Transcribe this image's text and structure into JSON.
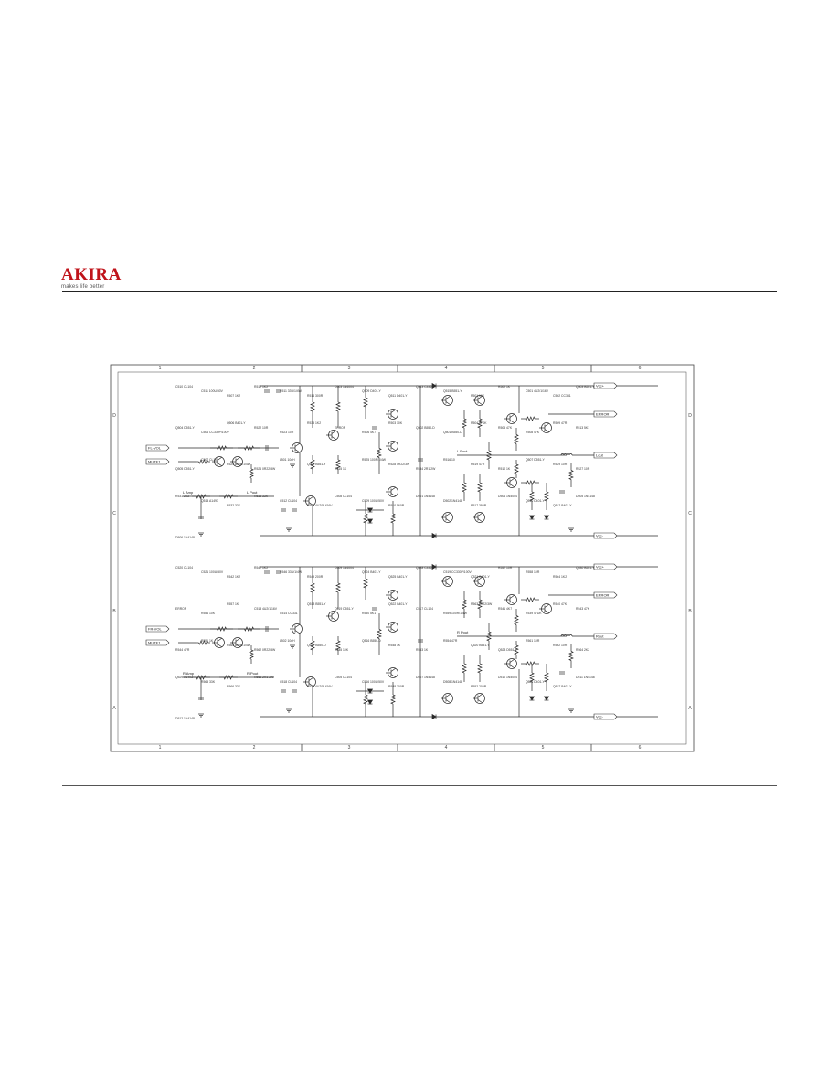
{
  "header": {
    "brand": "AKIRA",
    "tagline": "makes life better"
  },
  "schematic": {
    "frame_columns": [
      "1",
      "2",
      "3",
      "4",
      "5",
      "6"
    ],
    "frame_rows": [
      "D",
      "C",
      "B",
      "A"
    ],
    "ports": {
      "fl_vol": "FL-VOL",
      "fr_vol": "FR-VOL",
      "mute_1": "MUTE1",
      "mute_2": "MUTE1",
      "vcc_top": "Vcc+",
      "vcc_mid": "Vcc-",
      "vcc_mid2": "Vcc+",
      "vcc_bot": "Vcc-",
      "error_1": "ERROR",
      "error_2": "ERROR",
      "lout": "Lout",
      "rout": "Rout"
    },
    "nets": {
      "l_amp": "L Amp",
      "l_pout": "L Pout",
      "l_pout2": "L Pout",
      "r_amp": "R Amp",
      "r_pout": "R Pout",
      "r_pout2": "R Pout"
    },
    "labels_top": [
      "C510 CL104",
      "C511 100U/50V",
      "R507 1K2",
      "R512 1K2",
      "R511 33U/1/4W",
      "R514 300R",
      "D503 1N4004",
      "Q509 D401-Y",
      "Q511 D401-Y",
      "Q513 C4468",
      "Q515 B551-Y",
      "R501 10K",
      "R502 1K",
      "C501 4U2/1/16V",
      "C502 CC331",
      "Q503 B551-Y",
      "Q504 D551-Y",
      "C506 CC330P/100V",
      "Q506 B401-Y",
      "R522 10R",
      "R523 10R",
      "R535 1K2",
      "ERROR",
      "R506 4K7",
      "R503 10K",
      "Q502 B550-D",
      "Q501 B550-D",
      "R504 47DK",
      "R505 47K",
      "R508 47K",
      "R509 47R",
      "R513 5K1",
      "Q505 D551-Y",
      "C507 CL104",
      "R524 100R/1/4W",
      "R526 0R22/3W",
      "L501 10uH",
      "Q508 B551-Y",
      "R515 1K",
      "R525 100R/1/4W",
      "R528 0R22/3W",
      "R534 2R1 2W",
      "R516 10",
      "R519 47R",
      "R510 1K",
      "Q507 D551-Y",
      "R529 10R",
      "R527 10R",
      "R531 2K2",
      "Q514 A1493",
      "R532 33K",
      "R533 33K",
      "C512 CL104",
      "C503 4U7/5U/16V",
      "C508 CL104",
      "C509 100U/50V",
      "R510 560R",
      "D501 1N4148",
      "D502 1N4148",
      "R517 390R",
      "D504 1N4004",
      "Q510 D401-Y",
      "Q512 B401-Y",
      "D505 1N4148",
      "D506 1N4148"
    ],
    "labels_bottom": [
      "C520 CL104",
      "C521 100U/50V",
      "R542 1K2",
      "R547 1K2",
      "R546 33U/1/4W",
      "R549 200R",
      "D509 1N4004",
      "Q524 B401-Y",
      "Q525 B401-Y",
      "Q528 C4468",
      "C519 CC330P/100V",
      "Q521 D401-Y",
      "R557 10R",
      "R558 10R",
      "R564 1K2",
      "Q530 B551-Y",
      "ERROR",
      "R556 10K",
      "R557 1K",
      "C513 4U2/1/16V",
      "C514 CC331",
      "Q518 B551-Y",
      "Q519 D551-Y",
      "R550 5K1",
      "Q522 B401-Y",
      "C517 CL104",
      "R559 100R/1/4W",
      "R563 0R22/3W",
      "R541 4K7",
      "R539 47DK",
      "R540 47K",
      "R543 47K",
      "R544 47R",
      "R551 1K",
      "R560 100R/1/4W",
      "R562 0R22/3W",
      "L502 10uH",
      "Q517 B550-D",
      "R545 10K",
      "Q516 B550-D",
      "R548 1K",
      "R553 1K",
      "R554 47R",
      "Q520 B551-Y",
      "Q523 D551-Y",
      "R561 10R",
      "R562 10R",
      "R564 2K2",
      "Q529 A1493",
      "R565 33K",
      "R566 33K",
      "R568 2R1 2W",
      "C518 CL104",
      "C515 4U7/5U/16V",
      "C505 CL104",
      "C516 100U/50V",
      "R548 300R",
      "D507 1N4148",
      "D508 1N4148",
      "R552 200R",
      "D510 1N4004",
      "Q526 D401-Y",
      "Q527 B401-Y",
      "D511 1N4148",
      "D512 1N4148"
    ]
  },
  "colors": {
    "brand_red": "#c0141b",
    "ink": "#2a2a2a",
    "frame": "#444444"
  }
}
